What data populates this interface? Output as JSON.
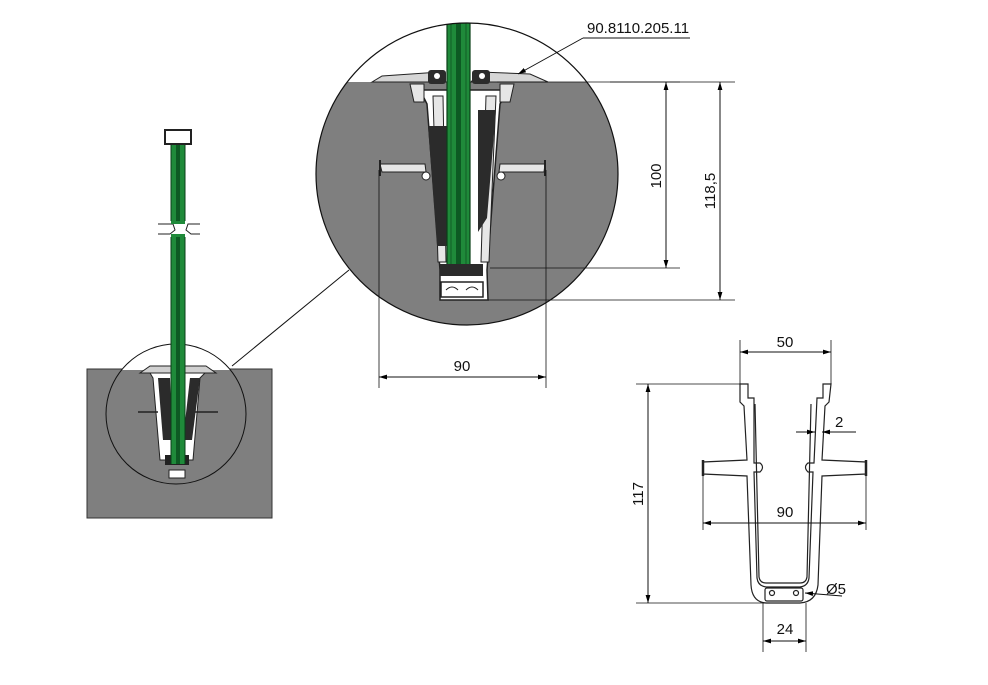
{
  "part_number": "90.8110.205.11",
  "detail_dimensions": {
    "height_glass": "100",
    "height_total": "118,5",
    "width_flange": "90"
  },
  "profile_dimensions": {
    "top_width": "50",
    "wall_thickness": "2",
    "flange_width": "90",
    "height": "117",
    "hole_diameter": "Ø5",
    "bottom_width": "24"
  },
  "colors": {
    "glass_green": "#1f8a3a",
    "glass_dark": "#0d5a23",
    "concrete_gray": "#7f7f7f",
    "profile_light": "#e6e6e6",
    "gasket_dark": "#2b2b2b"
  }
}
